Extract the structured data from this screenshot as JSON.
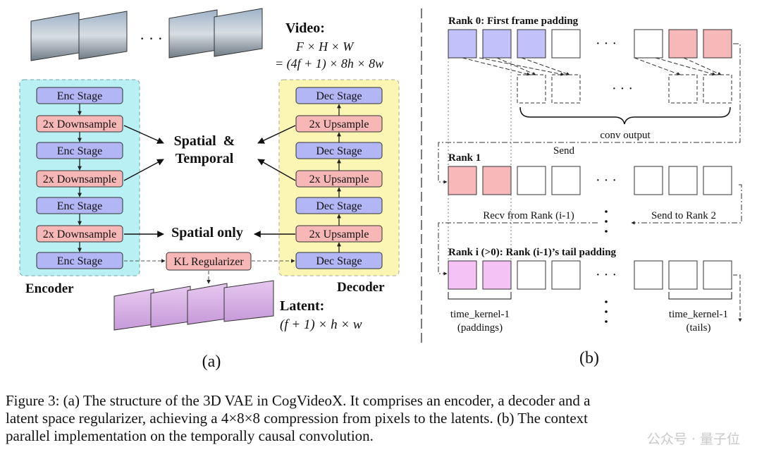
{
  "panel_a": {
    "video_title": "Video:",
    "video_dims": "F × H × W",
    "video_eq": "= (4f + 1) × 8h × 8w",
    "ellipsis": "· · ·",
    "encoder_stages": [
      "Enc Stage",
      "2x Downsample",
      "Enc Stage",
      "2x Downsample",
      "Enc Stage",
      "2x Downsample",
      "Enc Stage"
    ],
    "decoder_stages": [
      "Dec Stage",
      "2x Upsample",
      "Dec Stage",
      "2x Upsample",
      "Dec Stage",
      "2x Upsample",
      "Dec Stage"
    ],
    "spatial_temporal_1": "Spatial  &",
    "spatial_temporal_2": "Temporal",
    "spatial_only": "Spatial only",
    "kl": "KL Regularizer",
    "encoder_label": "Encoder",
    "decoder_label": "Decoder",
    "latent_title": "Latent:",
    "latent_eq": "(f + 1) × h × w",
    "sublabel": "(a)"
  },
  "panel_b": {
    "rank0_title": "Rank 0: First frame padding",
    "conv_output": "conv output",
    "send": "Send",
    "rank1_title": "Rank 1",
    "recv": "Recv from Rank (i-1)",
    "send_rank2": "Send to Rank 2",
    "ranki_title": "Rank i (>0): Rank (i-1)’s tail padding",
    "kernel_left_1": "time_kernel-1",
    "kernel_left_2": "(paddings)",
    "kernel_right_1": "time_kernel-1",
    "kernel_right_2": "(tails)",
    "dots": "· · ·",
    "sublabel": "(b)"
  },
  "colors": {
    "enc_bg": "#b8f0f4",
    "dec_bg": "#fbf6b4",
    "stage": "#b2b6f5",
    "sample": "#f8b7b7",
    "rank0_pad": "#c3c1fa",
    "rank1_pad": "#f6b8b8",
    "ranki_pad": "#f4c2f4"
  },
  "caption": {
    "line1": "Figure 3: (a) The structure of the 3D VAE in CogVideoX. It comprises an encoder, a decoder and a",
    "line2": "latent space regularizer, achieving a 4×8×8 compression from pixels to the latents. (b) The context",
    "line3": "parallel implementation on the temporally causal convolution."
  },
  "watermark": "公众号 · 量子位"
}
